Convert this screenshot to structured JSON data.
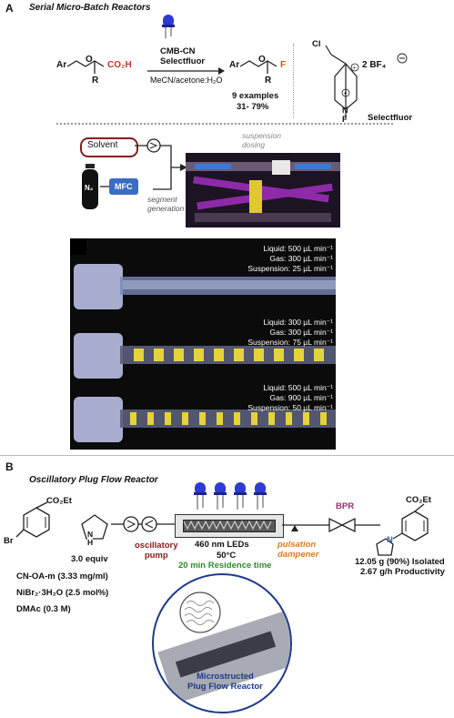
{
  "panel_a": {
    "letter": "A",
    "title": "Serial Micro-Batch Reactors",
    "reagent1": "CMB-CN",
    "reagent2": "Selectfluor",
    "solvent": "MeCN/acetone:H₂O",
    "examples": "9 examples",
    "yield": "31- 79%",
    "sm_ar": "Ar",
    "sm_o": "O",
    "sm_acid": "CO₂H",
    "sm_r": "R",
    "prod_ar": "Ar",
    "prod_o": "O",
    "prod_f": "F",
    "prod_r": "R",
    "sf_cl": "Cl",
    "sf_bf4": "2 BF₄",
    "sf_n": "N",
    "sf_f": "F",
    "sf_name": "Selectfluor",
    "setup": {
      "solvent_box": "Solvent",
      "n2": "N₂",
      "mfc": "MFC",
      "segment_gen": "segment\ngeneration",
      "suspension_dosing": "suspension\ndosing"
    },
    "flow_conditions": [
      {
        "liquid": "Liquid: 500 µL min⁻¹",
        "gas": "Gas: 300 µL min⁻¹",
        "suspension": "Suspension: 25 µL min⁻¹"
      },
      {
        "liquid": "Liquid: 300 µL min⁻¹",
        "gas": "Gas: 300 µL min⁻¹",
        "suspension": "Suspension: 75 µL min⁻¹"
      },
      {
        "liquid": "Liquid: 500 µL min⁻¹",
        "gas": "Gas: 900 µL min⁻¹",
        "suspension": "Suspension: 50 µL min⁻¹"
      }
    ]
  },
  "panel_b": {
    "letter": "B",
    "title": "Oscillatory Plug Flow Reactor",
    "sm1_sub": "CO₂Et",
    "sm1_br": "Br",
    "amine_nh": "N\nH",
    "equiv": "3.0 equiv",
    "pump": "oscillatory\npump",
    "led": "460 nm LEDs",
    "temp": "50°C",
    "residence": "20 min Residence time",
    "dampener": "pulsation\ndampener",
    "bpr": "BPR",
    "prod_sub": "CO₂Et",
    "prod_n": "N",
    "isolated": "12.05 g (90%) Isolated",
    "productivity": "2.67 g/h Productivity",
    "conditions": [
      "CN-OA-m (3.33 mg/ml)",
      "NiBr₂·3H₂O (2.5 mol%)",
      "DMAc (0.3 M)"
    ],
    "circle_label": "Microstructed\nPlug Flow Reactor"
  },
  "colors": {
    "acid_red": "#c0392b",
    "fluor_orange": "#d35400",
    "mfc_blue": "#3b6cc5",
    "green": "#2e8b2e",
    "maroon": "#8b1a1a",
    "orange": "#e07b1a",
    "bpr_purple": "#9b2a6f",
    "circle_navy": "#1f3a8a"
  }
}
